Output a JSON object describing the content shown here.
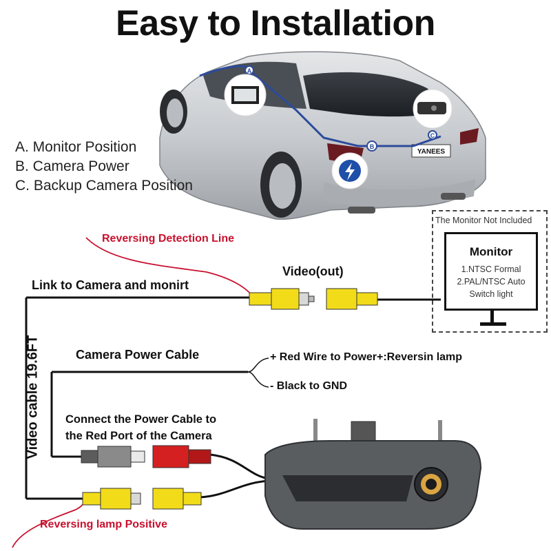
{
  "title": "Easy to Installation",
  "legend": {
    "a": "A. Monitor Position",
    "b": "B. Camera Power",
    "c": "C. Backup Camera Position"
  },
  "car": {
    "markers": [
      "A",
      "B",
      "C"
    ],
    "plate": "YANEES"
  },
  "labels": {
    "reversing_detection": "Reversing Detection Line",
    "link_camera": "Link to Camera and monirt",
    "video_out": "Video(out)",
    "camera_power_cable": "Camera Power Cable",
    "red_wire": "+ Red Wire to Power+:Reversin lamp",
    "black_wire": "- Black to GND",
    "connect_power_line1": "Connect the Power Cable to",
    "connect_power_line2": "the Red Port of the Camera",
    "video_cable": "Video cable 19.6FT",
    "reversing_lamp": "Reversing lamp Positive"
  },
  "monitor": {
    "caption": "The Monitor Not Included",
    "title": "Monitor",
    "line1": "1.NTSC Formal",
    "line2": "2.PAL/NTSC Auto",
    "line3": "Switch light"
  },
  "colors": {
    "connector_yellow": "#f2dc1a",
    "connector_red": "#d42020",
    "connector_gray": "#8a8a8a",
    "annotation_red": "#c8102e",
    "wire": "#111111"
  }
}
